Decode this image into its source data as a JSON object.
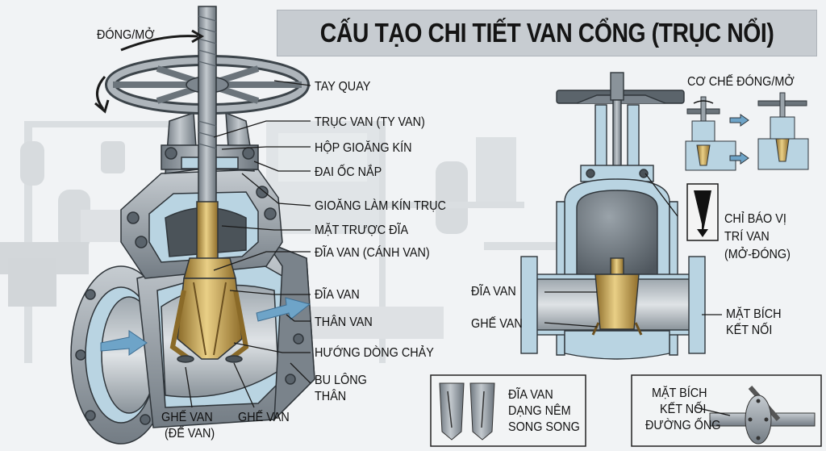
{
  "title": "CẤU TẠO CHI TIẾT VAN CỔNG (TRỤC NỔI)",
  "main_labels": {
    "open_close": "ĐÓNG/MỞ",
    "handwheel": "TAY QUAY",
    "stem": "TRỤC VAN (TY VAN)",
    "stuffing_box": "HỘP GIOĂNG KÍN",
    "bonnet_nut": "ĐAI ỐC NẮP",
    "stem_packing": "GIOĂNG LÀM KÍN TRỤC",
    "disc_slide_face": "MẶT TRƯỢC ĐĨA",
    "disc_wedge": "ĐĨA VAN (CÁNH VAN)",
    "disc": "ĐĨA VAN",
    "body": "THÂN VAN",
    "flow_direction": "HƯỚNG DÒNG CHẢY",
    "body_bolts_1": "BU LÔNG",
    "body_bolts_2": "THÂN",
    "seat_left_1": "GHẾ VAN",
    "seat_left_2": "(ĐẾ VAN)",
    "seat_right": "GHẾ VAN"
  },
  "right_labels": {
    "mechanism": "CƠ CHẾ ĐÓNG/MỞ",
    "indicator_1": "CHỈ BÁO VỊ",
    "indicator_2": "TRÍ VAN",
    "indicator_3": "(MỞ-ĐÓNG)",
    "disc": "ĐĨA VAN",
    "seat": "GHẾ VAN",
    "flange_1": "MẶT BÍCH",
    "flange_2": "KẾT NỐI"
  },
  "inset_labels": {
    "parallel_1": "ĐĨA VAN",
    "parallel_2": "DẠNG NÊM",
    "parallel_3": "SONG SONG",
    "pipe_flange_1": "MẶT BÍCH",
    "pipe_flange_2": "KẾT NỐI",
    "pipe_flange_3": "ĐƯỜNG ỐNG"
  },
  "colors": {
    "metal": "#8d969e",
    "metal_dark": "#5a636b",
    "brass": "#c9a24a",
    "cross_section": "#b9d4e2",
    "flow_arrow": "#6ea4c8"
  }
}
